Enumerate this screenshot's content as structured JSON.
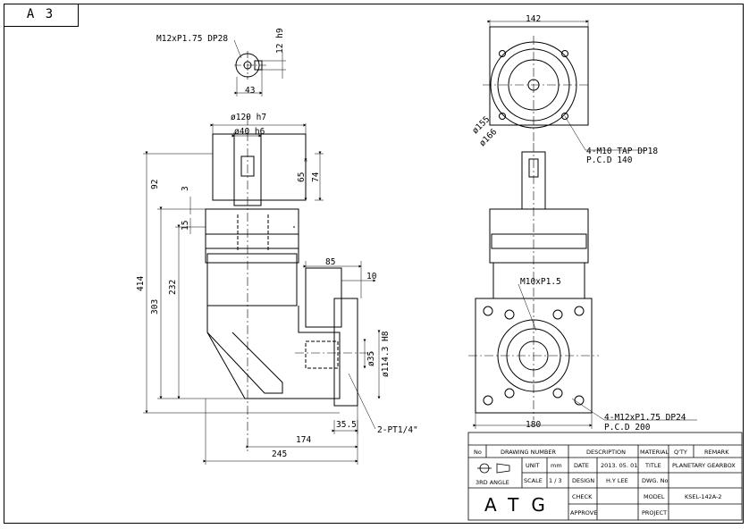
{
  "sheet_size": "A 3",
  "front_view": {
    "tap_callout": "M12xP1.75 DP28",
    "dims": {
      "key_width": "12 h9",
      "key_height": "43",
      "flange_dia": "ø120 h7",
      "shaft_dia": "ø40 h6",
      "top_92": "92",
      "top_3": "3",
      "top_15": "15",
      "shaft_65": "65",
      "shaft_74": "74",
      "total_414": "414",
      "h_303": "303",
      "h_232": "232",
      "w_85": "85",
      "w_10": "10",
      "bore_35": "ø35",
      "bore_114": "ø114.3 H8",
      "w_35_5": "35.5",
      "w_174": "174",
      "w_245": "245",
      "pt_callout": "2-PT1/4\""
    }
  },
  "side_view": {
    "dims": {
      "sq_142": "142",
      "d155": "ø155",
      "d166": "ø166",
      "tap_m10": "4-M10 TAP DP18",
      "pcd_140": "P.C.D 140",
      "m10": "M10xP1.5",
      "sq_180": "180",
      "tap_m12": "4-M12xP1.75 DP24",
      "pcd_200": "P.C.D 200"
    }
  },
  "title_block": {
    "headers": [
      "No",
      "DRAWING NUMBER",
      "DESCRIPTION",
      "MATERIAL",
      "Q'TY",
      "REMARK"
    ],
    "projection": "3RD ANGLE",
    "unit_label": "UNIT",
    "unit_value": "mm",
    "scale_label": "SCALE",
    "scale_value": "1 / 3",
    "date_label": "DATE",
    "date_value": "2013. 05. 01",
    "design_label": "DESIGN",
    "design_value": "H.Y LEE",
    "check_label": "CHECK",
    "approve_label": "APPROVE",
    "title_label": "TITLE",
    "title_value": "PLANETARY GEARBOX",
    "dwg_label": "DWG. No",
    "model_label": "MODEL",
    "model_value": "KSEL-142A-2",
    "project_label": "PROJECT",
    "logo": "ATG"
  }
}
